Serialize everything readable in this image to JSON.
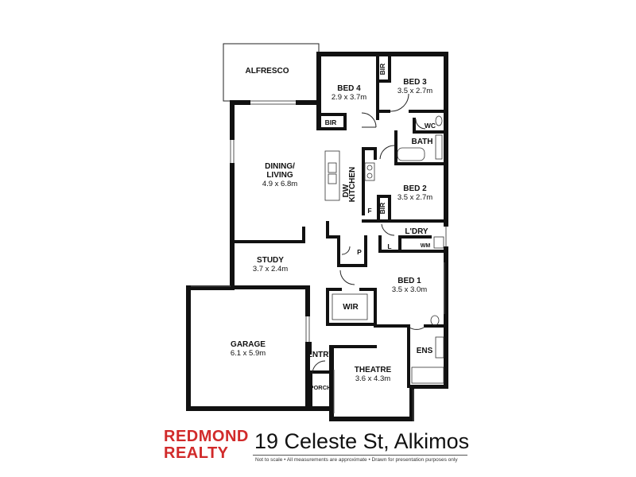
{
  "rooms": {
    "alfresco": {
      "name": "ALFRESCO"
    },
    "bed4": {
      "name": "BED 4",
      "dim": "2.9 x 3.7m"
    },
    "bed3": {
      "name": "BED 3",
      "dim": "3.5 x 2.7m"
    },
    "bir_bed3": {
      "name": "BIR"
    },
    "bir_bed4": {
      "name": "BIR"
    },
    "wc": {
      "name": "WC"
    },
    "bath": {
      "name": "BATH"
    },
    "dining": {
      "name": "DINING/",
      "name2": "LIVING",
      "dim": "4.9 x 6.8m"
    },
    "kitchen": {
      "name": "KITCHEN"
    },
    "dw": {
      "name": "DW"
    },
    "f": {
      "name": "F"
    },
    "bed2": {
      "name": "BED 2",
      "dim": "3.5 x 2.7m"
    },
    "bir_bed2": {
      "name": "BIR"
    },
    "ldry": {
      "name": "L'DRY"
    },
    "wm": {
      "name": "WM"
    },
    "l": {
      "name": "L"
    },
    "p": {
      "name": "P"
    },
    "study": {
      "name": "STUDY",
      "dim": "3.7 x 2.4m"
    },
    "bed1": {
      "name": "BED 1",
      "dim": "3.5 x 3.0m"
    },
    "wir": {
      "name": "WIR"
    },
    "garage": {
      "name": "GARAGE",
      "dim": "6.1 x 5.9m"
    },
    "entry": {
      "name": "ENTRY"
    },
    "ens": {
      "name": "ENS"
    },
    "theatre": {
      "name": "THEATRE",
      "dim": "3.6 x 4.3m"
    },
    "porch": {
      "name": "PORCH"
    }
  },
  "branding": {
    "agency_line1": "REDMOND",
    "agency_line2": "REALTY",
    "address": "19 Celeste St, Alkimos",
    "disclaimer": "Not to scale  •  All measurements are approximate  •  Drawn for presentation purposes only",
    "brand_color": "#d12a2a"
  }
}
